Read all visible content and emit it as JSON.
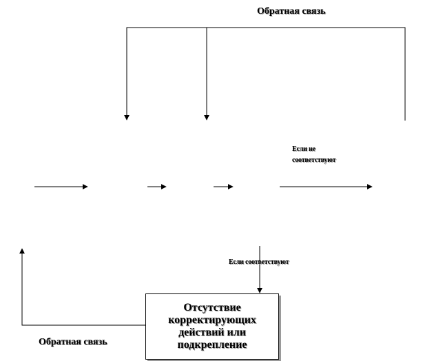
{
  "labels": {
    "feedback_top": "Обратная  связь",
    "if_not_match_line1": "Если не",
    "if_not_match_line2": "соответствуют",
    "if_match": "Если  соответствуют",
    "feedback_bottom": "Обратная  связь"
  },
  "box": {
    "text": "Отсутствие\nкорректирующих\nдействий или\nподкрепление"
  },
  "colors": {
    "line": "#000000",
    "shadow": "#9a9a9a"
  }
}
